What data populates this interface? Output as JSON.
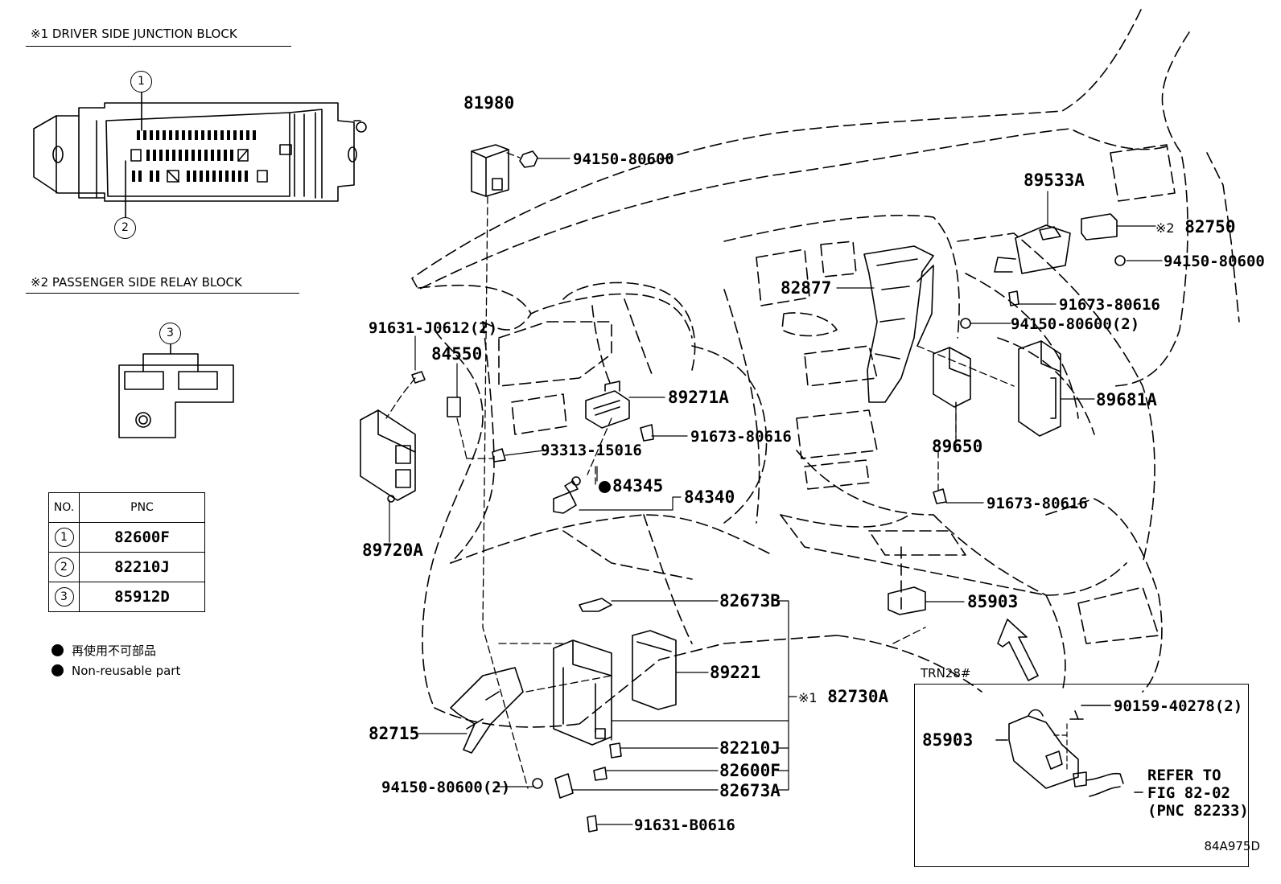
{
  "section1": {
    "title": "※1  DRIVER SIDE JUNCTION BLOCK",
    "callouts": [
      "1",
      "2"
    ]
  },
  "section2": {
    "title": "※2  PASSENGER SIDE RELAY BLOCK",
    "callouts": [
      "3"
    ]
  },
  "table": {
    "headers": [
      "NO.",
      "PNC"
    ],
    "rows": [
      {
        "no": "1",
        "pnc": "82600F"
      },
      {
        "no": "2",
        "pnc": "82210J"
      },
      {
        "no": "3",
        "pnc": "85912D"
      }
    ]
  },
  "legend": {
    "jp": "再使用不可部品",
    "en": "Non-reusable part"
  },
  "labels": {
    "p81980": "81980",
    "p94150_80600_a": "94150-80600",
    "p91631_J0612": "91631-J0612(2)",
    "p84550": "84550",
    "p89271A": "89271A",
    "p91673_80616_a": "91673-80616",
    "p93313_15016": "93313-15016",
    "p84345": "84345",
    "p84340": "84340",
    "p89720A": "89720A",
    "p82877": "82877",
    "p89533A": "89533A",
    "p82750_mark": "※2",
    "p82750": "82750",
    "p94150_80600_b": "94150-80600",
    "p91673_80616_b": "91673-80616",
    "p94150_80600_2_a": "94150-80600(2)",
    "p89681A": "89681A",
    "p89650": "89650",
    "p91673_80616_c": "91673-80616",
    "p85903_a": "85903",
    "p82673B": "82673B",
    "p89221": "89221",
    "p82730A_mark": "※1",
    "p82730A": "82730A",
    "p82715": "82715",
    "p82210J": "82210J",
    "p82600F": "82600F",
    "p94150_80600_2_b": "94150-80600(2)",
    "p82673A": "82673A",
    "p91631_B0616": "91631-B0616"
  },
  "inset": {
    "title": "TRN28#",
    "p90159": "90159-40278(2)",
    "p85903": "85903",
    "refer1": "REFER TO",
    "refer2": "FIG 82-02",
    "refer3": "(PNC 82233)"
  },
  "figure_code": "84A975D"
}
